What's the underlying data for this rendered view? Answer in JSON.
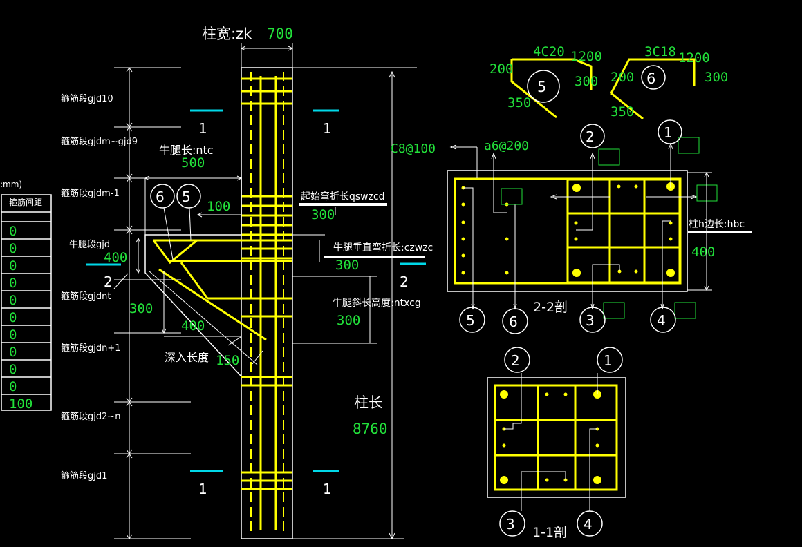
{
  "colors": {
    "background": "#000000",
    "rebar": "#ffff00",
    "outline": "#ffffff",
    "value": "#22e03a",
    "cyan": "#00d8e8"
  },
  "table": {
    "unit_fragment": ":mm)",
    "header": "箍筋间距",
    "values": [
      "0",
      "0",
      "0",
      "0",
      "0",
      "0",
      "0",
      "0",
      "0",
      "0",
      "100"
    ]
  },
  "column_width": {
    "label": "柱宽:zk",
    "value": "700"
  },
  "column_length": {
    "label": "柱长",
    "value": "8760"
  },
  "segments": [
    "箍筋段gjd10",
    "箍筋段gjdm~gjd9",
    "箍筋段gjdm-1",
    "牛腿段gjd",
    "箍筋段gjdnt",
    "箍筋段gjdn+1",
    "箍筋段gjd2~n",
    "箍筋段gjd1"
  ],
  "corbel": {
    "length_label": "牛腿长:ntc",
    "length_value": "500",
    "offset_value": "100",
    "height_value": "400",
    "depth_value": "300",
    "horiz_value": "400",
    "embed_label": "深入长度",
    "embed_value": "150",
    "start_bend_label": "起始弯折长qswzcd",
    "start_bend_value": "300",
    "vert_bend_label": "牛腿垂直弯折长:czwzc",
    "vert_bend_value": "300",
    "slope_height_label": "牛腿斜长高度:ntxcg",
    "slope_height_value": "300"
  },
  "section_marks": {
    "one": "1",
    "two": "2"
  },
  "bars": {
    "bar5": {
      "spec": "4C20",
      "left_hook": "200",
      "top_len": "1200",
      "right_hook": "300",
      "bottom": "350",
      "id": "5"
    },
    "bar6": {
      "spec": "3C18",
      "left_hook": "200",
      "top_len": "1200",
      "right_hook": "300",
      "bottom": "350",
      "id": "6"
    }
  },
  "stirrups": {
    "main": "C8@100",
    "tie": "a6@200"
  },
  "section22": {
    "title": "2-2剖",
    "hbc_label": "柱h边长:hbc",
    "hbc_value": "400",
    "callouts": [
      "2",
      "1",
      "5",
      "6",
      "3",
      "4"
    ]
  },
  "section11": {
    "title": "1-1剖",
    "callouts": [
      "2",
      "1",
      "3",
      "4"
    ]
  },
  "corbel_callouts": [
    "6",
    "5"
  ]
}
